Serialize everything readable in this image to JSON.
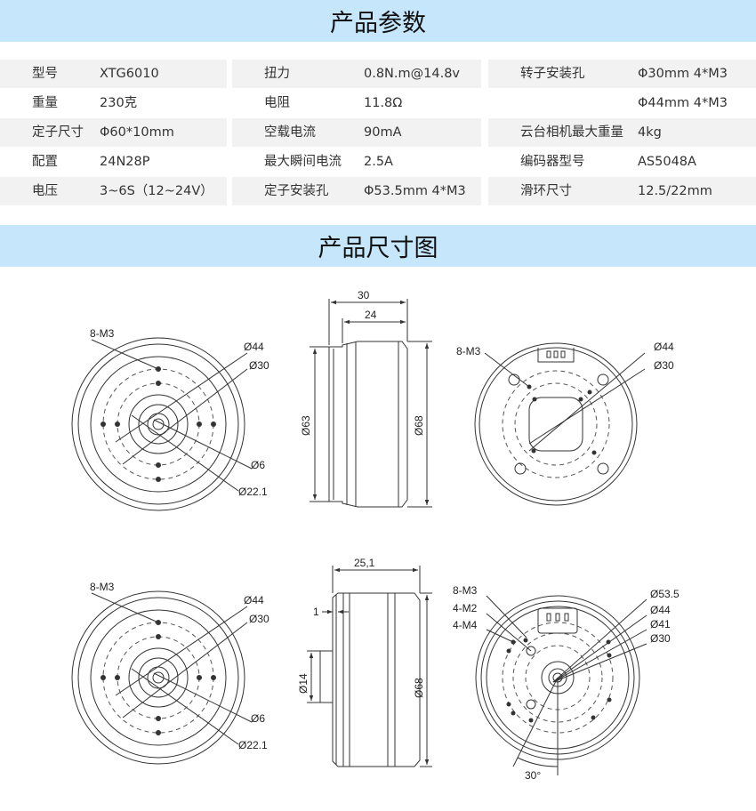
{
  "params": {
    "title": "产品参数",
    "rows": [
      [
        {
          "label": "型号",
          "value": "XTG6010"
        },
        {
          "label": "扭力",
          "value": "0.8N.m@14.8v"
        },
        {
          "label": "转子安装孔",
          "value": "Φ30mm 4*M3"
        }
      ],
      [
        {
          "label": "重量",
          "value": "230克"
        },
        {
          "label": "电阻",
          "value": "11.8Ω"
        },
        {
          "label": "",
          "value": "Φ44mm 4*M3"
        }
      ],
      [
        {
          "label": "定子尺寸",
          "value": "Φ60*10mm"
        },
        {
          "label": "空载电流",
          "value": "90mA"
        },
        {
          "label": "云台相机最大重量",
          "value": "4kg"
        }
      ],
      [
        {
          "label": "配置",
          "value": "24N28P"
        },
        {
          "label": "最大瞬间电流",
          "value": "2.5A"
        },
        {
          "label": "编码器型号",
          "value": "AS5048A"
        }
      ],
      [
        {
          "label": "电压",
          "value": "3~6S（12~24V）"
        },
        {
          "label": "定子安装孔",
          "value": "Φ53.5mm 4*M3"
        },
        {
          "label": "滑环尺寸",
          "value": "12.5/22mm"
        }
      ]
    ]
  },
  "dims": {
    "title": "产品尺寸图",
    "front": {
      "m3": "8-M3",
      "d44": "Ø44",
      "d30": "Ø30",
      "d6": "Ø6",
      "d221": "Ø22.1"
    },
    "side1": {
      "w30": "30",
      "w24": "24",
      "d63": "Ø63",
      "d68": "Ø68"
    },
    "back1": {
      "m3": "8-M3",
      "d44": "Ø44",
      "d30": "Ø30"
    },
    "side2": {
      "w251": "25,1",
      "t1": "1",
      "d14": "Ø14",
      "d68": "Ø68"
    },
    "back2": {
      "m3": "8-M3",
      "m2": "4-M2",
      "m4": "4-M4",
      "d535": "Ø53.5",
      "d44": "Ø44",
      "d41": "Ø41",
      "d30": "Ø30",
      "ang": "30°"
    }
  }
}
